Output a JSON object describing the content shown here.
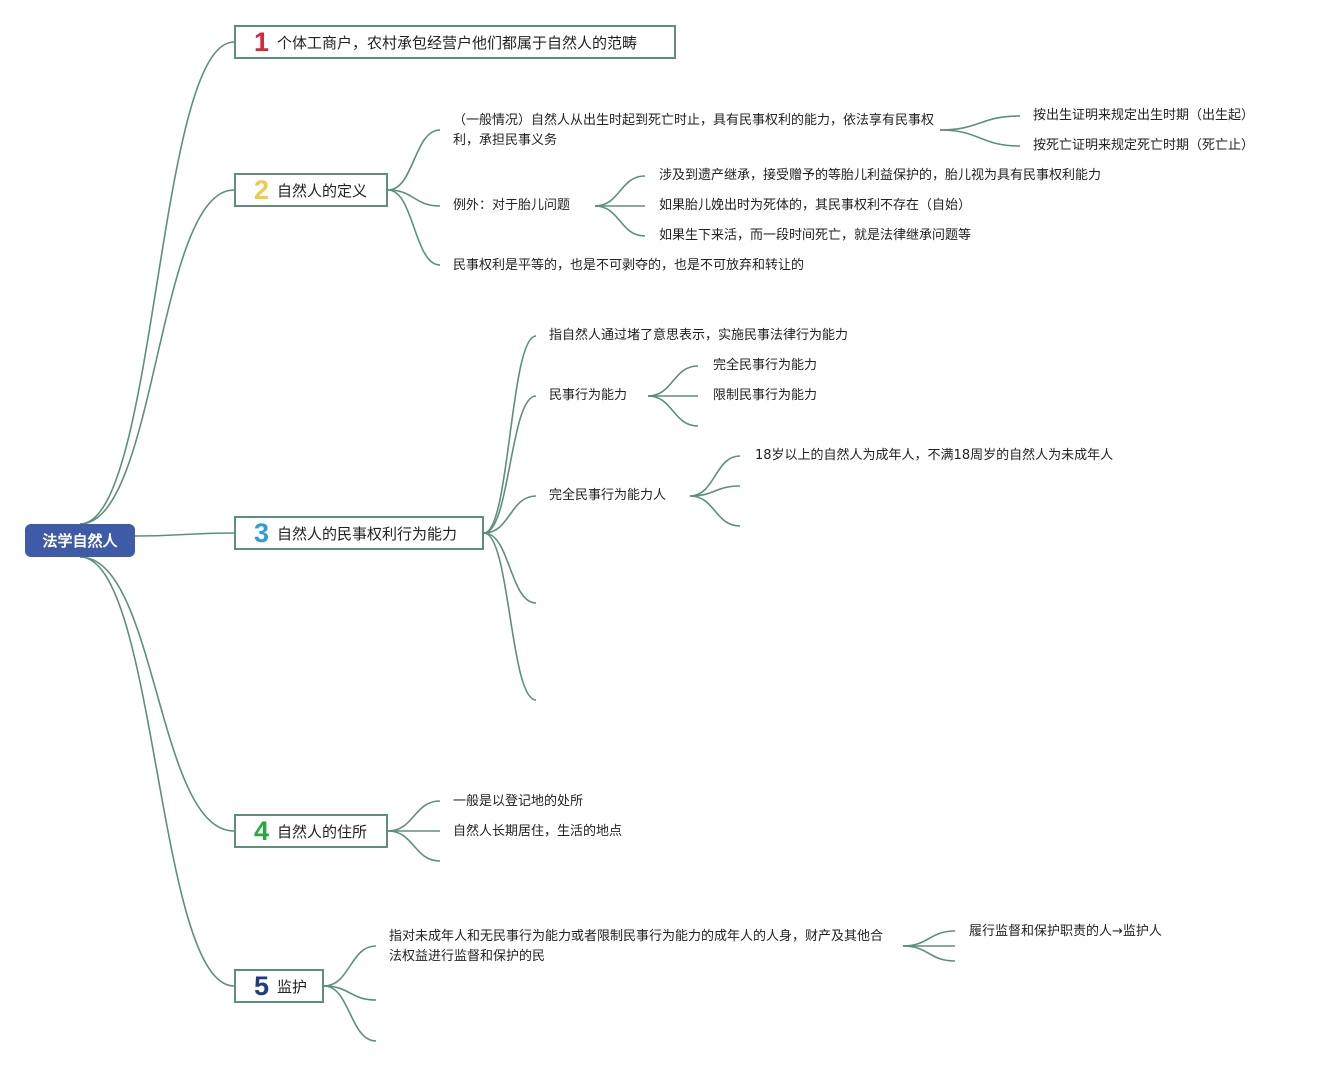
{
  "colors": {
    "line": "#5e8f7e",
    "root_bg": "#3f5aa6",
    "num1": "#d7263d",
    "num2": "#f2c94c",
    "num3": "#2d9cdb",
    "num4": "#27a844",
    "num5": "#1f3c88"
  },
  "root": {
    "label": "法学自然人"
  },
  "topics": {
    "t1": {
      "num": "1",
      "label": "个体工商户，农村承包经营户他们都属于自然人的范畴"
    },
    "t2": {
      "num": "2",
      "label": "自然人的定义"
    },
    "t3": {
      "num": "3",
      "label": "自然人的民事权利行为能力"
    },
    "t4": {
      "num": "4",
      "label": "自然人的住所"
    },
    "t5": {
      "num": "5",
      "label": "监护"
    }
  },
  "leaves": {
    "t2_general": "（一般情况）自然人从出生时起到死亡时止，具有民事权利的能力，依法享有民事权利，承担民事义务",
    "t2_birth": "按出生证明来规定出生时期（出生起）",
    "t2_death": "按死亡证明来规定死亡时期（死亡止）",
    "t2_exception": "例外：对于胎儿问题",
    "t2_exc_1": "涉及到遗产继承，接受赠予的等胎儿利益保护的，胎儿视为具有民事权利能力",
    "t2_exc_2": "如果胎儿娩出时为死体的，其民事权利不存在（自始）",
    "t2_exc_3": "如果生下来活，而一段时间死亡，就是法律继承问题等",
    "t2_equal": "民事权利是平等的，也是不可剥夺的，也是不可放弃和转让的",
    "t3_def": "指自然人通过堵了意思表示，实施民事法律行为能力",
    "t3_capacity": "民事行为能力",
    "t3_full": "完全民事行为能力",
    "t3_limited": "限制民事行为能力",
    "t3_fullperson": "完全民事行为能力人",
    "t3_age": "18岁以上的自然人为成年人，不满18周岁的自然人为未成年人",
    "t4_registered": "一般是以登记地的处所",
    "t4_residence": "自然人长期居住，生活的地点",
    "t5_def": "指对未成年人和无民事行为能力或者限制民事行为能力的成年人的人身，财产及其他合法权益进行监督和保护的民",
    "t5_guardian": "履行监督和保护职责的人→监护人"
  }
}
